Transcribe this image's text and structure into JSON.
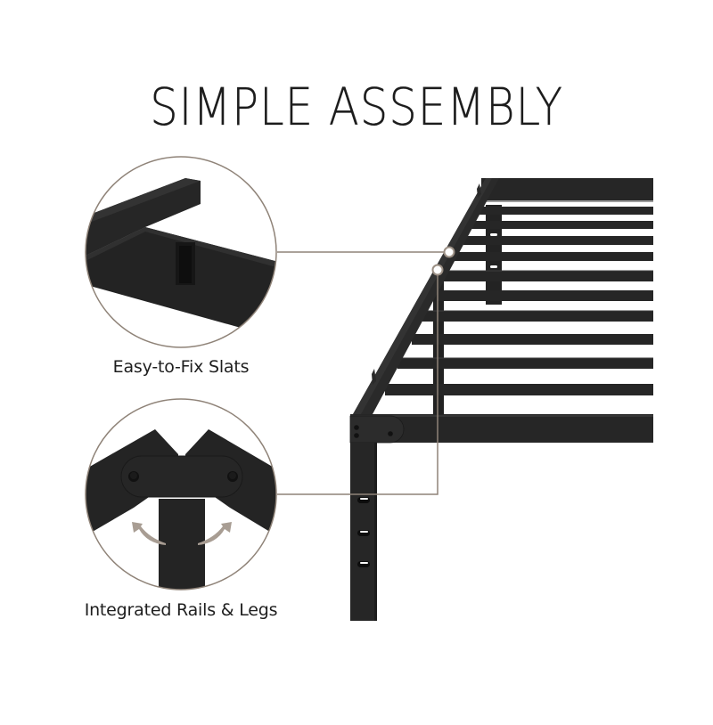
{
  "title": "SIMPLE ASSEMBLY",
  "callouts": [
    {
      "label": "Easy-to-Fix Slats",
      "detail": "slat-slot-joint"
    },
    {
      "label": "Integrated Rails & Legs",
      "detail": "folding-rail-leg-hinge"
    }
  ],
  "colors": {
    "frame": "#262626",
    "frame_highlight": "#3a3a3a",
    "callout_line": "#8f8378",
    "arrow": "#a89d93",
    "text": "#1c1c1c",
    "background": "#ffffff"
  }
}
